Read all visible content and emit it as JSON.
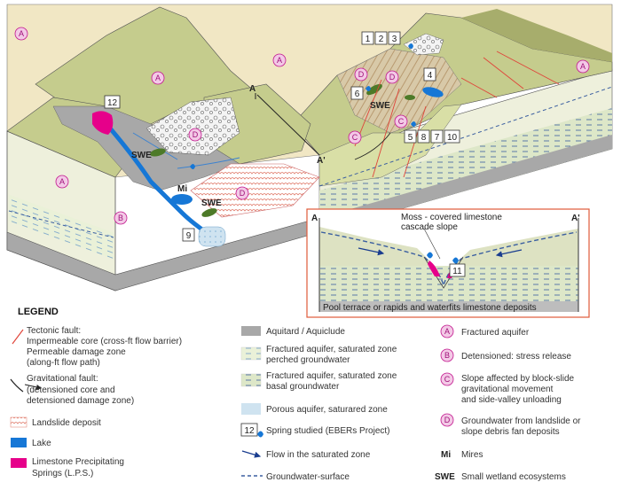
{
  "section_labels": {
    "left": "A",
    "right": "A'"
  },
  "zone_markers": [
    {
      "code": "A"
    },
    {
      "code": "A"
    },
    {
      "code": "A"
    },
    {
      "code": "A"
    },
    {
      "code": "B"
    },
    {
      "code": "C"
    },
    {
      "code": "C"
    },
    {
      "code": "D"
    },
    {
      "code": "D"
    },
    {
      "code": "D"
    },
    {
      "code": "D"
    }
  ],
  "spring_numbers": [
    "1",
    "2",
    "3",
    "4",
    "5",
    "8",
    "7",
    "10",
    "6",
    "9",
    "11",
    "12"
  ],
  "map_labels": {
    "swe": "SWE",
    "mi": "Mi"
  },
  "inset": {
    "left_label": "A",
    "right_label": "A'",
    "top_note_1": "Moss - covered limestone",
    "top_note_2": "cascade slope",
    "spring": "11",
    "bottom_note": "Pool terrace or rapids and waterfits limestone deposits"
  },
  "legend": {
    "title": "LEGEND",
    "tectonic_fault": [
      "Tectonic fault:",
      "Impermeable core (cross-ft flow barrier)",
      "Permeable damage zone",
      "(along-ft flow path)"
    ],
    "gravitational_fault": [
      "Gravitational fault:",
      "(detensioned core and",
      "detensioned damage zone)"
    ],
    "landslide": "Landslide deposit",
    "lake": "Lake",
    "lps": [
      "Limestone Precipitating",
      "Springs (L.P.S.)"
    ],
    "aquitard": "Aquitard / Aquiclude",
    "perched": [
      "Fractured aquifer, saturated zone",
      "perched groundwater"
    ],
    "basal": [
      "Fractured aquifer, saturated zone",
      "basal groundwater"
    ],
    "porous": "Porous aquifer, saturared zone",
    "spring_box": "12",
    "spring_text": "Spring studied (EBERs Project)",
    "flow": "Flow in the saturated zone",
    "gw_surface": "Groundwater-surface",
    "zones": [
      {
        "code": "A",
        "text": [
          "Fractured aquifer"
        ]
      },
      {
        "code": "B",
        "text": [
          "Detensioned: stress release"
        ]
      },
      {
        "code": "C",
        "text": [
          "Slope affected by block-slide",
          "gravitational movement",
          "and side-valley unloading"
        ]
      },
      {
        "code": "D",
        "text": [
          "Groundwater from landslide or",
          "slope debris fan deposits"
        ]
      }
    ],
    "mi": {
      "code": "Mi",
      "text": "Mires"
    },
    "swe": {
      "code": "SWE",
      "text": "Small wetland ecosystems"
    }
  },
  "colors": {
    "cream": "#f1e7c4",
    "olive": "#c5cc8d",
    "olive_dark": "#a7ad6c",
    "aquitard": "#a8a8a8",
    "lake": "#1677d6",
    "lps": "#e6008a",
    "porous": "#cfe3f0",
    "fault": "#e0443a",
    "inset_border": "#e05a3a"
  }
}
